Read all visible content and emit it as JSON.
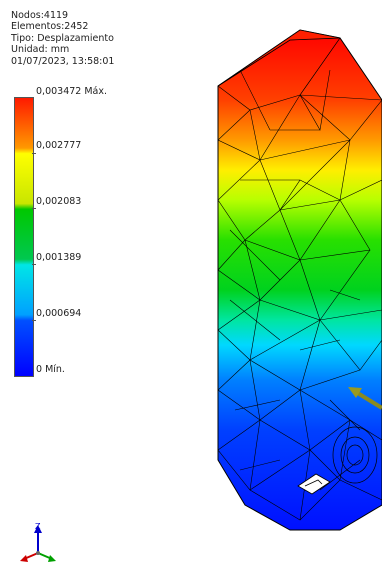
{
  "info": {
    "nodes": "Nodos:4119",
    "elements": "Elementos:2452",
    "type": "Tipo: Desplazamiento",
    "unit": "Unidad: mm",
    "datetime": "01/07/2023, 13:58:01"
  },
  "legend": {
    "max": "0,003472 Máx.",
    "v4": "0,002777",
    "v3": "0,002083",
    "v2": "0,001389",
    "v1": "0,000694",
    "min": "0 Mín."
  },
  "triad": {
    "z_label": "Z"
  }
}
